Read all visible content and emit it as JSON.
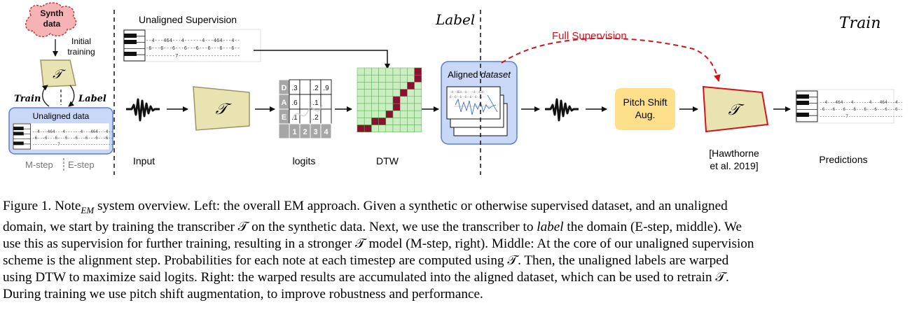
{
  "figure": {
    "synth_cloud": "Synth\ndata",
    "initial_training": "Initial\ntraining",
    "train_loop": "Train",
    "label_loop": "Label",
    "unaligned_data": "Unaligned data",
    "m_step": "M-step",
    "e_step": "E-step",
    "unaligned_supervision": "Unaligned Supervision",
    "section_label": "Label",
    "section_train": "Train",
    "full_supervision": "Full Supervision",
    "input": "Input",
    "logits": "logits",
    "dtw": "DTW",
    "aligned_dataset_prefix": "Aligned ",
    "aligned_dataset_italic": "dataset",
    "pitch_shift": "Pitch Shift\nAug.",
    "citation": "[Hawthorne\net al. 2019]",
    "predictions": "Predictions",
    "transcriber_symbol": "𝒯",
    "tab_line1": "--4---464---4------4---464---4--",
    "tab_line2": "-6---6---6---6---6---6---6---6--",
    "tab_line3": "----------7---------------------",
    "logit_rows": [
      "D",
      "A",
      "E"
    ],
    "logit_cols": [
      "1",
      "2",
      "3",
      "4"
    ],
    "logit_cells": [
      [
        ".3",
        "",
        ".2",
        ".9"
      ],
      [
        ".6",
        "",
        ".1",
        ""
      ],
      [
        ".1",
        "",
        ".2",
        ""
      ]
    ],
    "colors": {
      "transcriber_fill": "#e8e3b0",
      "transcriber_stroke": "#9c9466",
      "cloud_fill": "#f5b3b6",
      "cloud_stroke": "#c0393f",
      "blue_fill": "#c8d8f6",
      "blue_stroke": "#5b7fcf",
      "dtw_grid_fill": "#c9efc1",
      "dtw_path": "#8a1030",
      "pitch_fill": "#ffe08a",
      "red_accent": "#d0141e"
    }
  },
  "caption": {
    "line1_pre": "Figure 1. Note",
    "line1_sub": "EM",
    "line1_post": " system overview. Left: the overall EM approach. Given a synthetic or otherwise supervised dataset, and an unaligned",
    "line2": "domain, we start by training the transcriber 𝒯 on the synthetic data. Next, we use the transcriber to ",
    "line2_italic": "label",
    "line2_post": " the domain (E-step, middle). We",
    "line3": "use this as supervision for further training, resulting in a stronger 𝒯 model (M-step, right). Middle: At the core of our unaligned supervision",
    "line4": "scheme is the alignment step. Probabilities for each note at each timestep are computed using 𝒯. Then, the unaligned labels are warped",
    "line5": "using DTW to maximize said logits. Right: the warped results are accumulated into the aligned dataset, which can be used to retrain 𝒯.",
    "line6": "During training we use pitch shift augmentation, to improve robustness and performance."
  }
}
